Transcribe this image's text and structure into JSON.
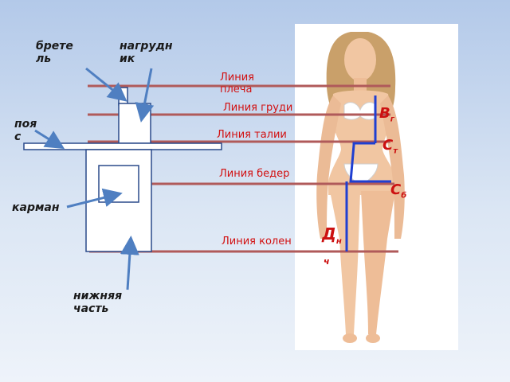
{
  "labels": {
    "bretel": "брете\nль",
    "nagrudnik": "нагрудн\nик",
    "poyas": "поя\nс",
    "karman": "карман",
    "nizhnyaya": "нижняя\nчасть"
  },
  "lines": {
    "plecha": "Линия\nплеча",
    "grudi": "Линия груди",
    "talii": "Линия талии",
    "beder": "Линия бедер",
    "kolen": "Линия колен"
  },
  "measures": {
    "vg": "В",
    "vg_sub": "г",
    "st": "С",
    "st_sub": "т",
    "sb": "С",
    "sb_sub": "б",
    "dn": "Д",
    "dn_sub": "н",
    "dn_sub2": "ч"
  },
  "colors": {
    "guide_line": "#b05a5a",
    "arrow": "#4f7fc1",
    "measure_line": "#1f3fd1",
    "label_red": "#d21010"
  }
}
